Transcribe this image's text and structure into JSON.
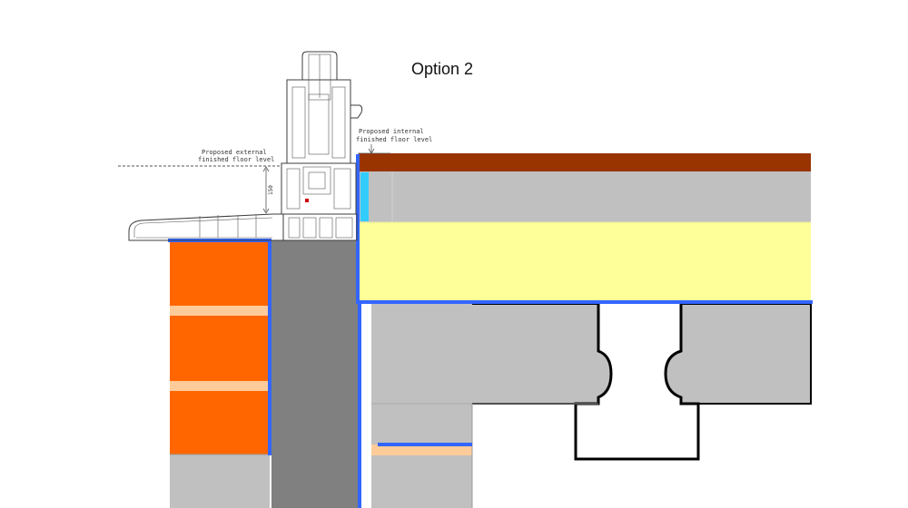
{
  "diagram": {
    "title": "Option 2",
    "external_level_label": [
      "Proposed external",
      "finished floor level"
    ],
    "internal_level_label": [
      "Proposed internal",
      "finished floor level"
    ],
    "dimension_label": "150"
  },
  "colors": {
    "floor_finish": "#993300",
    "screed": "#c0c0c0",
    "insulation": "#ffff99",
    "brick": "#ff6600",
    "mortar": "#ffcc99",
    "cavity_block": "#808080",
    "concrete": "#c0c0c0",
    "dpm": "#3366ff",
    "edge_insulation": "#33ccff",
    "outline": "#000000"
  }
}
